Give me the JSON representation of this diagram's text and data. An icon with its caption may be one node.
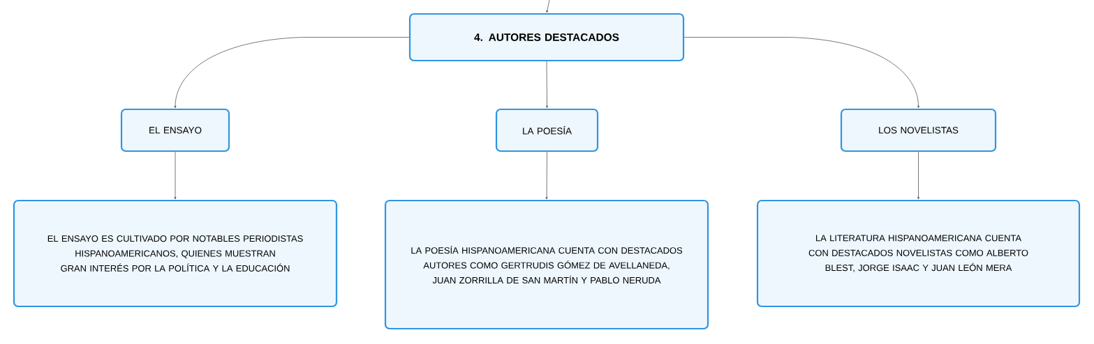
{
  "diagram": {
    "nodes": [
      {
        "text": [
          "4. AUTORES DESTACADOS"
        ]
      },
      {
        "text": [
          "EL ENSAYO"
        ]
      },
      {
        "text": [
          "LA POESÍA"
        ]
      },
      {
        "text": [
          "LOS NOVELISTAS"
        ]
      },
      {
        "text": [
          "EL ENSAYO ES CULTIVADO POR NOTABLES PERIODISTAS HISPANOAMERICANOS, QUIENES MUESTRAN GRAN INTERÉS POR LA POLÍTICA Y LA EDUCACIÓN"
        ]
      },
      {
        "text": [
          "LA POESÍA HISPANOAMERICANA CUENTA CON DESTACADOS AUTORES COMO GERTRUDIS GÓMEZ DE AVELLANEDA, JUAN ZORRILLA DE SAN MARTÍN Y PABLO NERUDA"
        ]
      },
      {
        "text": [
          "LA LITERATURA HISPANOAMERICANA CUENTA CON DESTACADOS NOVELISTAS COMO ALBERTO BLEST, JORGE ISAAC Y JUAN LEÓN MERA"
        ]
      }
    ],
    "edges": [
      {
        "from": null,
        "to": 0,
        "arrow": "to"
      },
      {
        "from": 0,
        "to": 1,
        "arrow": "to"
      },
      {
        "from": 0,
        "to": 2,
        "arrow": "to"
      },
      {
        "from": 0,
        "to": 3,
        "arrow": "to"
      },
      {
        "from": 1,
        "to": 4,
        "arrow": "to"
      },
      {
        "from": 2,
        "to": 5,
        "arrow": "to"
      },
      {
        "from": 3,
        "to": 6,
        "arrow": "to"
      }
    ]
  }
}
